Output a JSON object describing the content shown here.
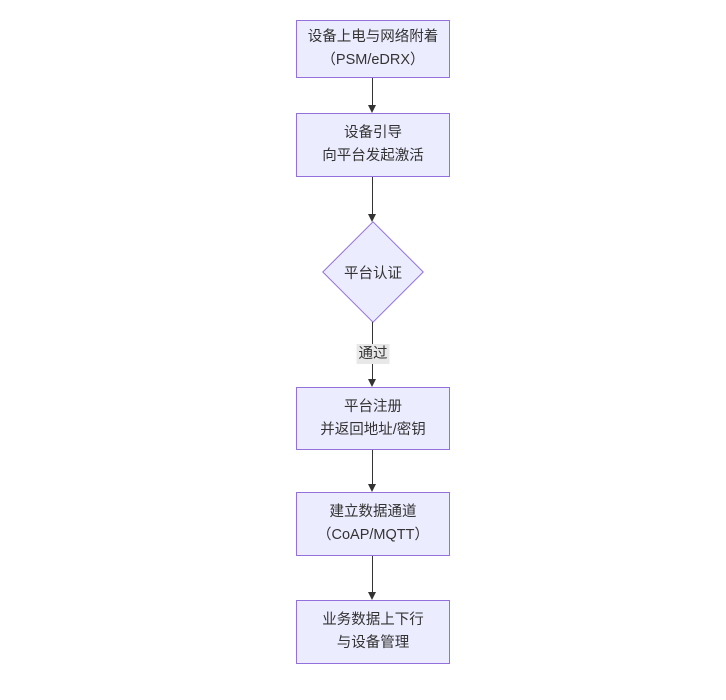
{
  "diagram": {
    "type": "flowchart",
    "direction": "top-down",
    "nodes": [
      {
        "id": "A",
        "shape": "rect",
        "lines": [
          "设备上电与网络附着",
          "（PSM/eDRX）"
        ]
      },
      {
        "id": "B",
        "shape": "rect",
        "lines": [
          "设备引导",
          "向平台发起激活"
        ]
      },
      {
        "id": "C",
        "shape": "diamond",
        "lines": [
          "平台认证"
        ]
      },
      {
        "id": "D",
        "shape": "rect",
        "lines": [
          "平台注册",
          "并返回地址/密钥"
        ]
      },
      {
        "id": "E",
        "shape": "rect",
        "lines": [
          "建立数据通道",
          "（CoAP/MQTT）"
        ]
      },
      {
        "id": "F",
        "shape": "rect",
        "lines": [
          "业务数据上下行",
          "与设备管理"
        ]
      }
    ],
    "edges": [
      {
        "from": "A",
        "to": "B",
        "label": ""
      },
      {
        "from": "B",
        "to": "C",
        "label": ""
      },
      {
        "from": "C",
        "to": "D",
        "label": "通过"
      },
      {
        "from": "D",
        "to": "E",
        "label": ""
      },
      {
        "from": "E",
        "to": "F",
        "label": ""
      }
    ],
    "colors": {
      "node_fill": "#ECECFF",
      "node_border": "#9370DB",
      "text": "#333333",
      "edge": "#333333",
      "edge_label_bg": "#e8e8e8",
      "canvas_bg": "#ffffff"
    }
  }
}
